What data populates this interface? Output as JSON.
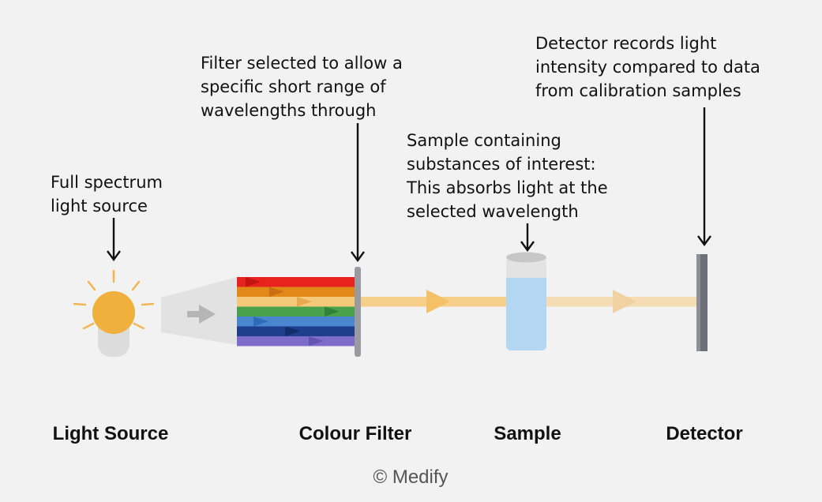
{
  "annotations": {
    "light_source": [
      "Full spectrum",
      "light source"
    ],
    "filter": [
      "Filter selected to allow a",
      "specific short range of",
      "wavelengths through"
    ],
    "sample": [
      "Sample containing",
      "substances of interest:",
      "This absorbs light at the",
      "selected wavelength"
    ],
    "detector": [
      "Detector records light",
      "intensity compared to data",
      "from calibration samples"
    ]
  },
  "labels": {
    "light_source": "Light Source",
    "colour_filter": "Colour Filter",
    "sample": "Sample",
    "detector": "Detector"
  },
  "copyright": "© Medify",
  "colors": {
    "background": "#f2f2f2",
    "sun": "#f0b03c",
    "sun_rays": "#f3b552",
    "beam": "#f6cf8a",
    "beam_faded": "#f4dcb5",
    "sample_liquid": "#b3d6f2",
    "filter_bar": "#9a9ba0",
    "detector": "#6d7079",
    "spectrum": [
      "#e8231f",
      "#e28819",
      "#f5c97a",
      "#4aa14c",
      "#4a86cf",
      "#1f3f8c",
      "#7d6cc9"
    ]
  }
}
